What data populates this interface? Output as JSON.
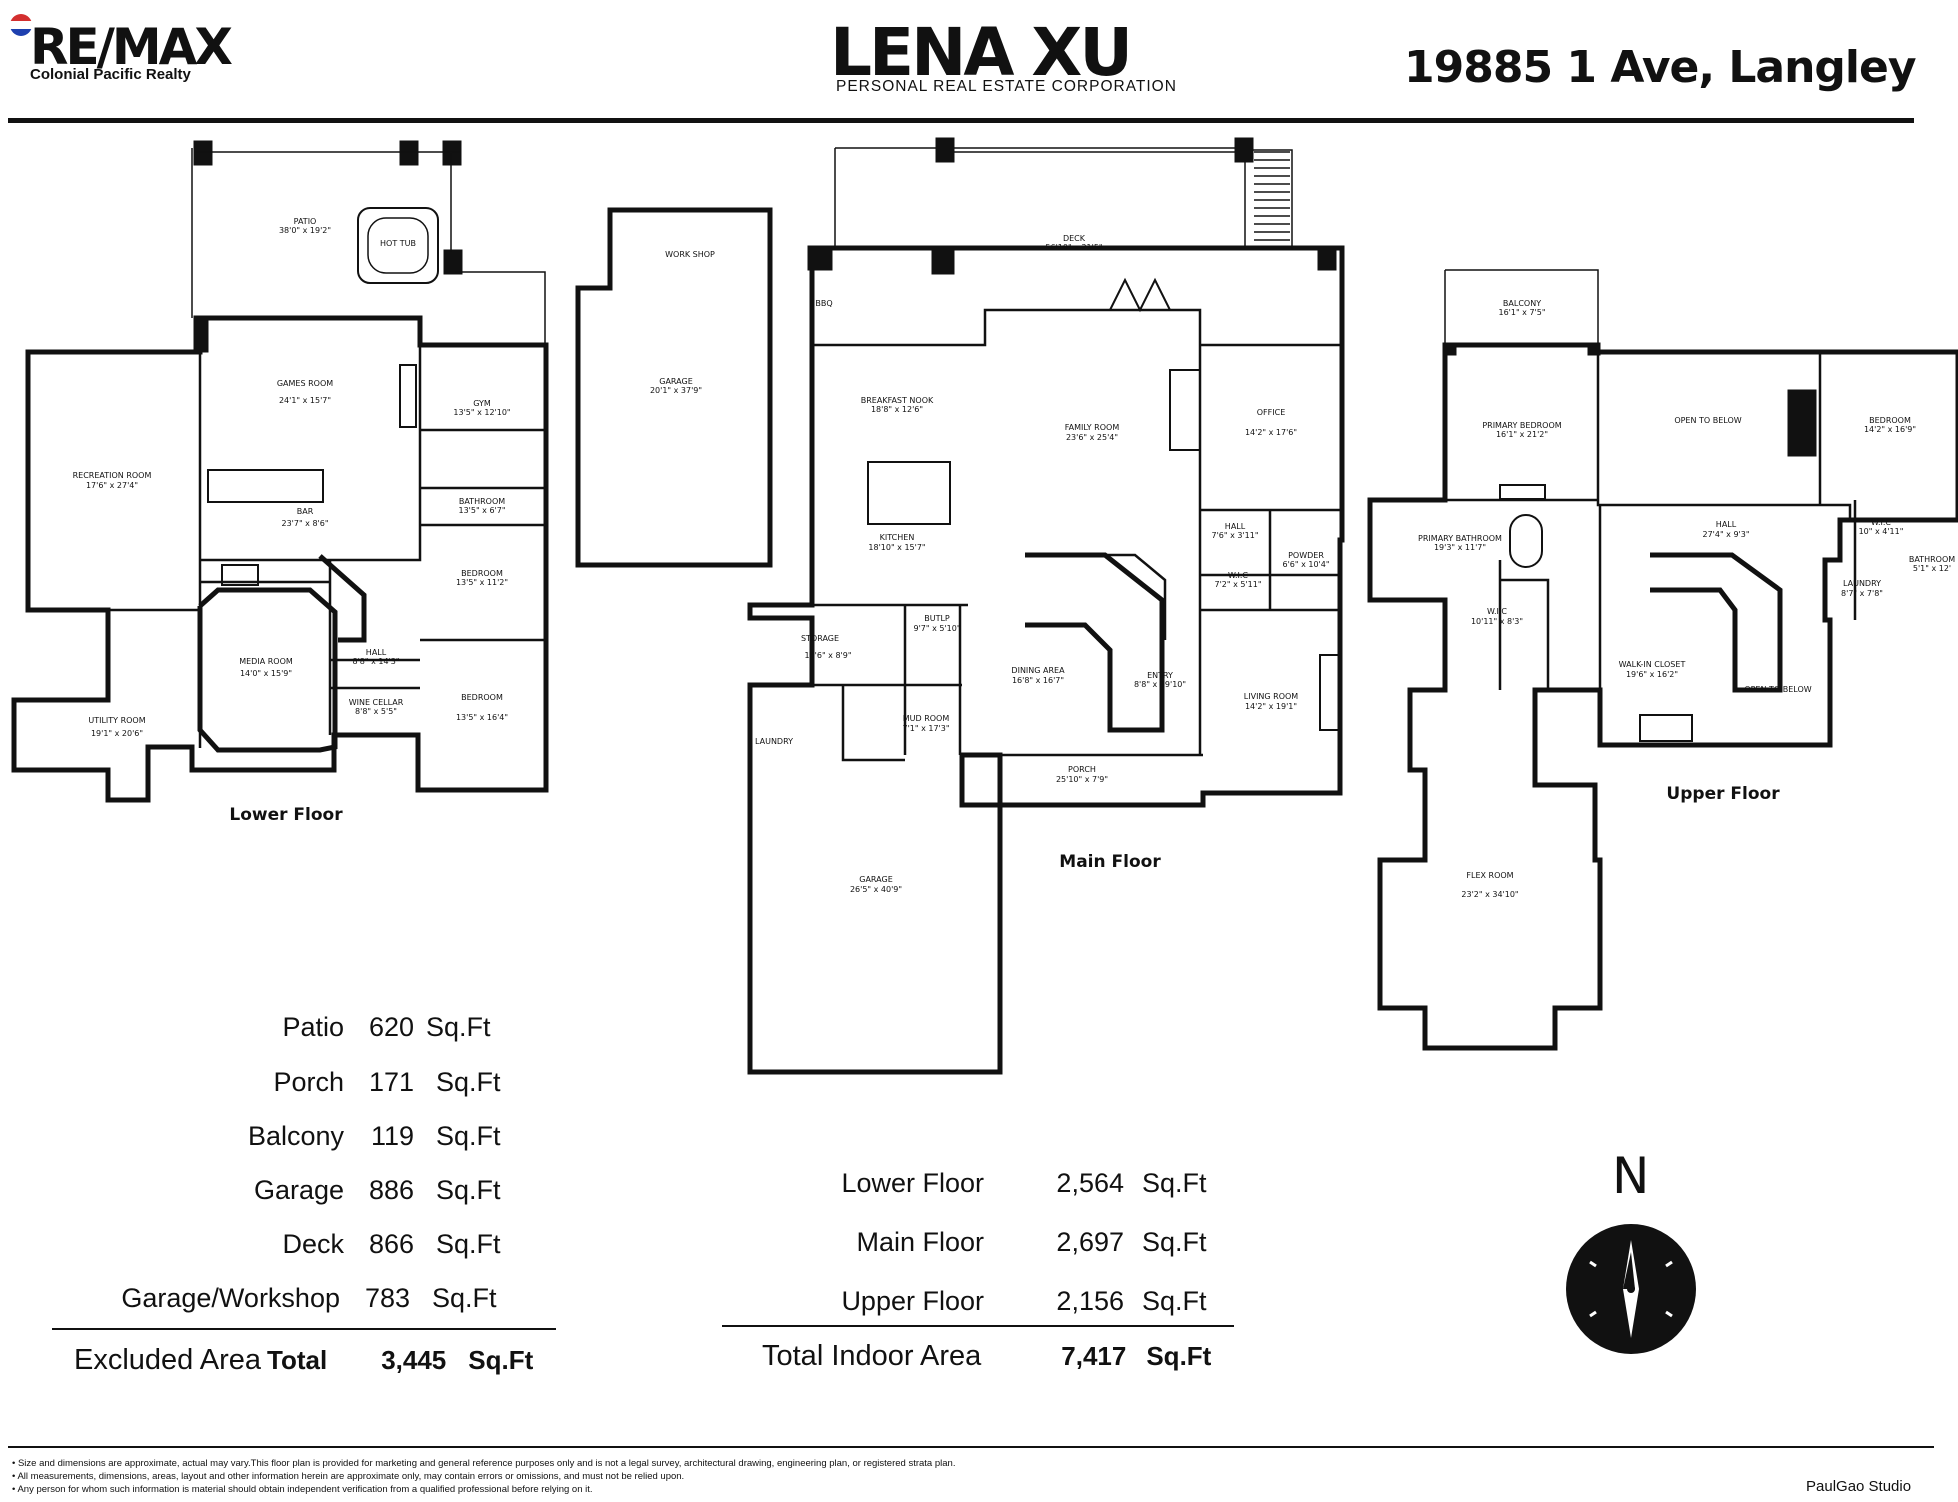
{
  "header": {
    "brand_name": "RE/MAX",
    "brand_sub": "Colonial Pacific Realty",
    "agent_name": "LENA XU",
    "agent_sub": "PERSONAL REAL ESTATE CORPORATION",
    "address": "19885 1 Ave, Langley"
  },
  "floors": {
    "lower": {
      "label": "Lower Floor",
      "rooms": [
        {
          "name": "PATIO",
          "dims": "38'0\" x 19'2\""
        },
        {
          "name": "HOT TUB",
          "dims": ""
        },
        {
          "name": "GAMES ROOM",
          "dims": "24'1\" x 15'7\""
        },
        {
          "name": "GYM",
          "dims": "13'5\" x 12'10\""
        },
        {
          "name": "RECREATION ROOM",
          "dims": "17'6\" x 27'4\""
        },
        {
          "name": "BAR",
          "dims": "23'7\" x 8'6\""
        },
        {
          "name": "BATHROOM",
          "dims": "13'5\" x 6'7\""
        },
        {
          "name": "BEDROOM",
          "dims": "13'5\" x 11'2\""
        },
        {
          "name": "MEDIA ROOM",
          "dims": "14'0\" x 15'9\""
        },
        {
          "name": "HALL",
          "dims": "8'8\" x 14'3\""
        },
        {
          "name": "UTILITY ROOM",
          "dims": "19'1\" x 20'6\""
        },
        {
          "name": "WINE CELLAR",
          "dims": "8'8\" x 5'5\""
        },
        {
          "name": "BEDROOM",
          "dims": "13'5\" x 16'4\""
        }
      ]
    },
    "garage_ws": {
      "rooms": [
        {
          "name": "WORK SHOP",
          "dims": ""
        },
        {
          "name": "GARAGE",
          "dims": "20'1\" x 37'9\""
        }
      ]
    },
    "main": {
      "label": "Main Floor",
      "rooms": [
        {
          "name": "DECK",
          "dims": "56'10\" x 21'5\""
        },
        {
          "name": "BREAKFAST NOOK",
          "dims": "18'8\" x 12'6\""
        },
        {
          "name": "FAMILY ROOM",
          "dims": "23'6\" x 25'4\""
        },
        {
          "name": "OFFICE",
          "dims": "14'2\" x 17'6\""
        },
        {
          "name": "KITCHEN",
          "dims": "18'10\" x 15'7\""
        },
        {
          "name": "HALL",
          "dims": "7'6\" x 3'11\""
        },
        {
          "name": "W.I.C",
          "dims": "7'2\" x 5'11\""
        },
        {
          "name": "POWDER",
          "dims": "6'6\" x 10'4\""
        },
        {
          "name": "STORAGE",
          "dims": "14'6\" x 8'9\""
        },
        {
          "name": "BUTLP",
          "dims": "9'7\" x 5'10\""
        },
        {
          "name": "DINING AREA",
          "dims": "16'8\" x 16'7\""
        },
        {
          "name": "ENTRY",
          "dims": "8'8\" x 19'10\""
        },
        {
          "name": "LIVING ROOM",
          "dims": "14'2\" x 19'1\""
        },
        {
          "name": "LAUNDRY",
          "dims": ""
        },
        {
          "name": "MUD ROOM",
          "dims": "7'1\" x 17'3\""
        },
        {
          "name": "PORCH",
          "dims": "25'10\" x 7'9\""
        },
        {
          "name": "GARAGE",
          "dims": "26'5\" x 40'9\""
        },
        {
          "name": "BBQ",
          "dims": ""
        }
      ]
    },
    "upper": {
      "label": "Upper Floor",
      "rooms": [
        {
          "name": "BALCONY",
          "dims": "16'1\" x 7'5\""
        },
        {
          "name": "PRIMARY BEDROOM",
          "dims": "16'1\" x 21'2\""
        },
        {
          "name": "OPEN TO BELOW",
          "dims": ""
        },
        {
          "name": "BEDROOM",
          "dims": "14'2\" x 16'9\""
        },
        {
          "name": "PRIMARY BATHROOM",
          "dims": "19'3\" x 11'7\""
        },
        {
          "name": "HALL",
          "dims": "27'4\" x 9'3\""
        },
        {
          "name": "W.I.C",
          "dims": "10\" x 4'11\""
        },
        {
          "name": "BATHROOM",
          "dims": "5'1\" x 12'"
        },
        {
          "name": "LAUNDRY",
          "dims": "8'7\" x 7'8\""
        },
        {
          "name": "W.I.C",
          "dims": "10'11\" x 8'3\""
        },
        {
          "name": "WALK-IN CLOSET",
          "dims": "19'6\" x 16'2\""
        },
        {
          "name": "OPEN TO BELOW",
          "dims": ""
        },
        {
          "name": "FLEX ROOM",
          "dims": "23'2\" x 34'10\""
        }
      ]
    }
  },
  "excluded_areas": {
    "rows": [
      {
        "name": "Patio",
        "value": "620",
        "unit": "Sq.Ft"
      },
      {
        "name": "Porch",
        "value": "171",
        "unit": "Sq.Ft"
      },
      {
        "name": "Balcony",
        "value": "119",
        "unit": "Sq.Ft"
      },
      {
        "name": "Garage",
        "value": "886",
        "unit": "Sq.Ft"
      },
      {
        "name": "Deck",
        "value": "866",
        "unit": "Sq.Ft"
      },
      {
        "name": "Garage/Workshop",
        "value": "783",
        "unit": "Sq.Ft"
      }
    ],
    "total_label": "Excluded Area",
    "total_word": "Total",
    "total_value": "3,445",
    "total_unit": "Sq.Ft"
  },
  "indoor_areas": {
    "rows": [
      {
        "name": "Lower Floor",
        "value": "2,564",
        "unit": "Sq.Ft"
      },
      {
        "name": "Main Floor",
        "value": "2,697",
        "unit": "Sq.Ft"
      },
      {
        "name": "Upper Floor",
        "value": "2,156",
        "unit": "Sq.Ft"
      }
    ],
    "total_label": "Total Indoor Area",
    "total_value": "7,417",
    "total_unit": "Sq.Ft"
  },
  "compass": {
    "label": "N",
    "icon": "compass-icon"
  },
  "disclaimer": [
    "Size and dimensions are approximate, actual may vary.This floor plan is provided for marketing and general reference purposes only and is not a legal survey, architectural drawing, engineering plan, or registered strata plan.",
    "All measurements, dimensions, areas, layout and other information herein are approximate only, may contain errors or omissions, and must not be relied upon.",
    "Any person for whom such information is material should obtain independent verification from a qualified professional before relying on it."
  ],
  "credit": "PaulGao Studio",
  "colors": {
    "ink": "#111111",
    "balloon_red": "#d32f2f",
    "balloon_blue": "#1e40af",
    "background": "#ffffff"
  }
}
